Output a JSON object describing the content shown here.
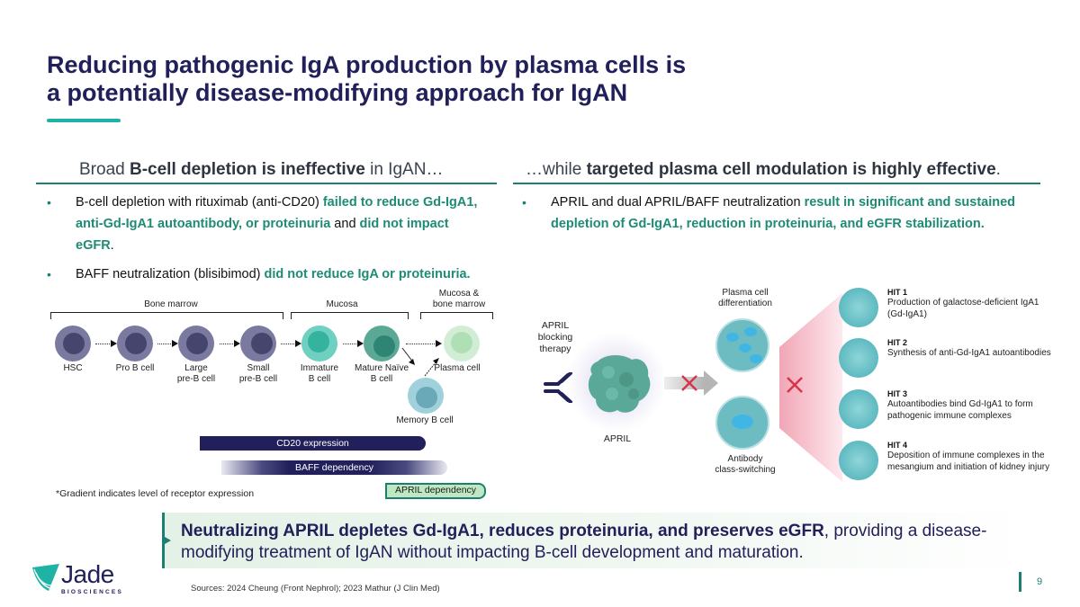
{
  "title": {
    "line1": "Reducing pathogenic IgA production by plasma cells is",
    "line2": "a potentially disease-modifying approach for IgAN"
  },
  "left": {
    "heading_pre": "Broad ",
    "heading_bold": "B-cell depletion is ineffective",
    "heading_post": " in IgAN…",
    "bullets": [
      {
        "p1": "B-cell depletion with rituximab (anti-CD20) ",
        "g1": "failed to reduce Gd-IgA1, anti-Gd-IgA1 autoantibody, or proteinuria",
        "p2": " and ",
        "g2": "did not impact eGFR",
        "p3": "."
      },
      {
        "p1": "BAFF neutralization (blisibimod) ",
        "g1": "did not reduce IgA or proteinuria."
      }
    ],
    "bullet_char": "•",
    "diagram": {
      "regions": [
        "Bone marrow",
        "Mucosa",
        "Mucosa &",
        "bone marrow"
      ],
      "cells": [
        {
          "l1": "HSC",
          "l2": ""
        },
        {
          "l1": "Pro B cell",
          "l2": ""
        },
        {
          "l1": "Large",
          "l2": "pre-B cell"
        },
        {
          "l1": "Small",
          "l2": "pre-B cell"
        },
        {
          "l1": "Immature",
          "l2": "B cell"
        },
        {
          "l1": "Mature Naïve",
          "l2": "B cell"
        },
        {
          "l1": "Plasma cell",
          "l2": ""
        },
        {
          "l1": "Memory B cell",
          "l2": ""
        }
      ],
      "bars": {
        "cd20": "CD20 expression",
        "baff": "BAFF dependency",
        "april": "APRIL dependency"
      },
      "footnote": "*Gradient indicates level of receptor expression"
    }
  },
  "right": {
    "heading_pre": "…while ",
    "heading_bold": "targeted plasma cell modulation is highly effective",
    "heading_post": ".",
    "bullets": [
      {
        "p1": "APRIL and dual APRIL/BAFF neutralization ",
        "g1": "result in significant and sustained depletion of Gd-IgA1, reduction in proteinuria, and eGFR stabilization."
      }
    ],
    "diagram": {
      "therapy_l1": "APRIL",
      "therapy_l2": "blocking",
      "therapy_l3": "therapy",
      "april": "APRIL",
      "plasma_l1": "Plasma cell",
      "plasma_l2": "differentiation",
      "antibody_l1": "Antibody",
      "antibody_l2": "class-switching",
      "hits": [
        {
          "tag": "HIT 1",
          "text": "Production of galactose-deficient IgA1 (Gd-IgA1)"
        },
        {
          "tag": "HIT 2",
          "text": "Synthesis of anti-Gd-IgA1 autoantibodies"
        },
        {
          "tag": "HIT 3",
          "text": "Autoantibodies bind Gd-IgA1 to form pathogenic immune complexes"
        },
        {
          "tag": "HIT 4",
          "text": "Deposition of immune complexes in the mesangium and initiation of kidney injury"
        }
      ]
    }
  },
  "callout": {
    "bold": "Neutralizing APRIL depletes Gd-IgA1, reduces proteinuria, and preserves eGFR",
    "rest": ", providing a disease-modifying treatment of IgAN without impacting B-cell development and maturation."
  },
  "footer": {
    "logo_word": "Jade",
    "logo_sub": "BIOSCIENCES",
    "sources": "Sources: 2024 Cheung (Front Nephrol); 2023 Mathur (J Clin Med)",
    "page": "9"
  },
  "colors": {
    "navy": "#22205a",
    "teal": "#1b8073",
    "green_text": "#1e8b74",
    "accent": "#1fb3a5",
    "red_x": "#d6344a"
  }
}
